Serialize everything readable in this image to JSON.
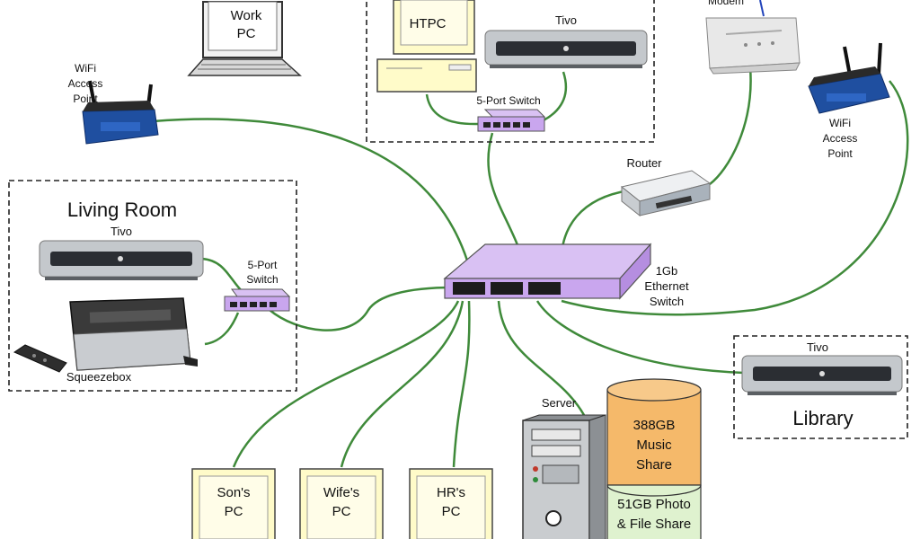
{
  "rooms": {
    "living_room": "Living Room",
    "library": "Library"
  },
  "devices": {
    "work_pc": [
      "Work",
      "PC"
    ],
    "htpc": "HTPC",
    "tivo_top": "Tivo",
    "switch_top": "5-Port Switch",
    "modem": "Modem",
    "wifi_left": [
      "WiFi",
      "Access",
      "Point"
    ],
    "wifi_right": [
      "WiFi",
      "Access",
      "Point"
    ],
    "router": "Router",
    "tivo_living": "Tivo",
    "switch_living": [
      "5-Port",
      "Switch"
    ],
    "squeezebox": "Squeezebox",
    "main_switch": [
      "1Gb",
      "Ethernet",
      "Switch"
    ],
    "tivo_library": "Tivo",
    "server": "Server",
    "music_share": [
      "388GB",
      "Music",
      "Share"
    ],
    "photo_share": [
      "51GB Photo",
      "& File Share"
    ],
    "sons_pc": [
      "Son's",
      "PC"
    ],
    "wifes_pc": [
      "Wife's",
      "PC"
    ],
    "hrs_pc": [
      "HR's",
      "PC"
    ]
  },
  "colors": {
    "cable": "#3f8a3a",
    "switch_fill": "#c9a6ee",
    "pc_fill": "#fffbc9",
    "storage_top": "#f5b96a",
    "storage_bottom": "#dff2cf",
    "tivo_body": "#bfc3c7"
  }
}
